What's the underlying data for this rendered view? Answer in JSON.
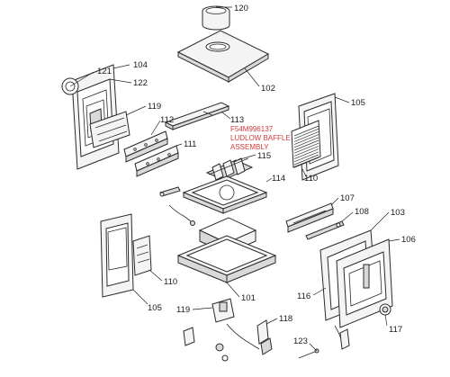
{
  "callouts": {
    "c120": "120",
    "c102": "102",
    "c121": "121",
    "c104": "104",
    "c122": "122",
    "c105a": "105",
    "c119a": "119",
    "c112": "112",
    "c113": "113",
    "c111": "111",
    "c115": "115",
    "c110a": "110",
    "c114": "114",
    "c107": "107",
    "c108": "108",
    "c103": "103",
    "c106": "106",
    "c110b": "110",
    "c101": "101",
    "c116": "116",
    "c105b": "105",
    "c119b": "119",
    "c118": "118",
    "c117": "117",
    "c123": "123"
  },
  "annotation": {
    "line1": "F54M996137",
    "line2": "LUDLOW BAFFLE",
    "line3": "ASSEMBLY",
    "color": "#d23a3a"
  }
}
